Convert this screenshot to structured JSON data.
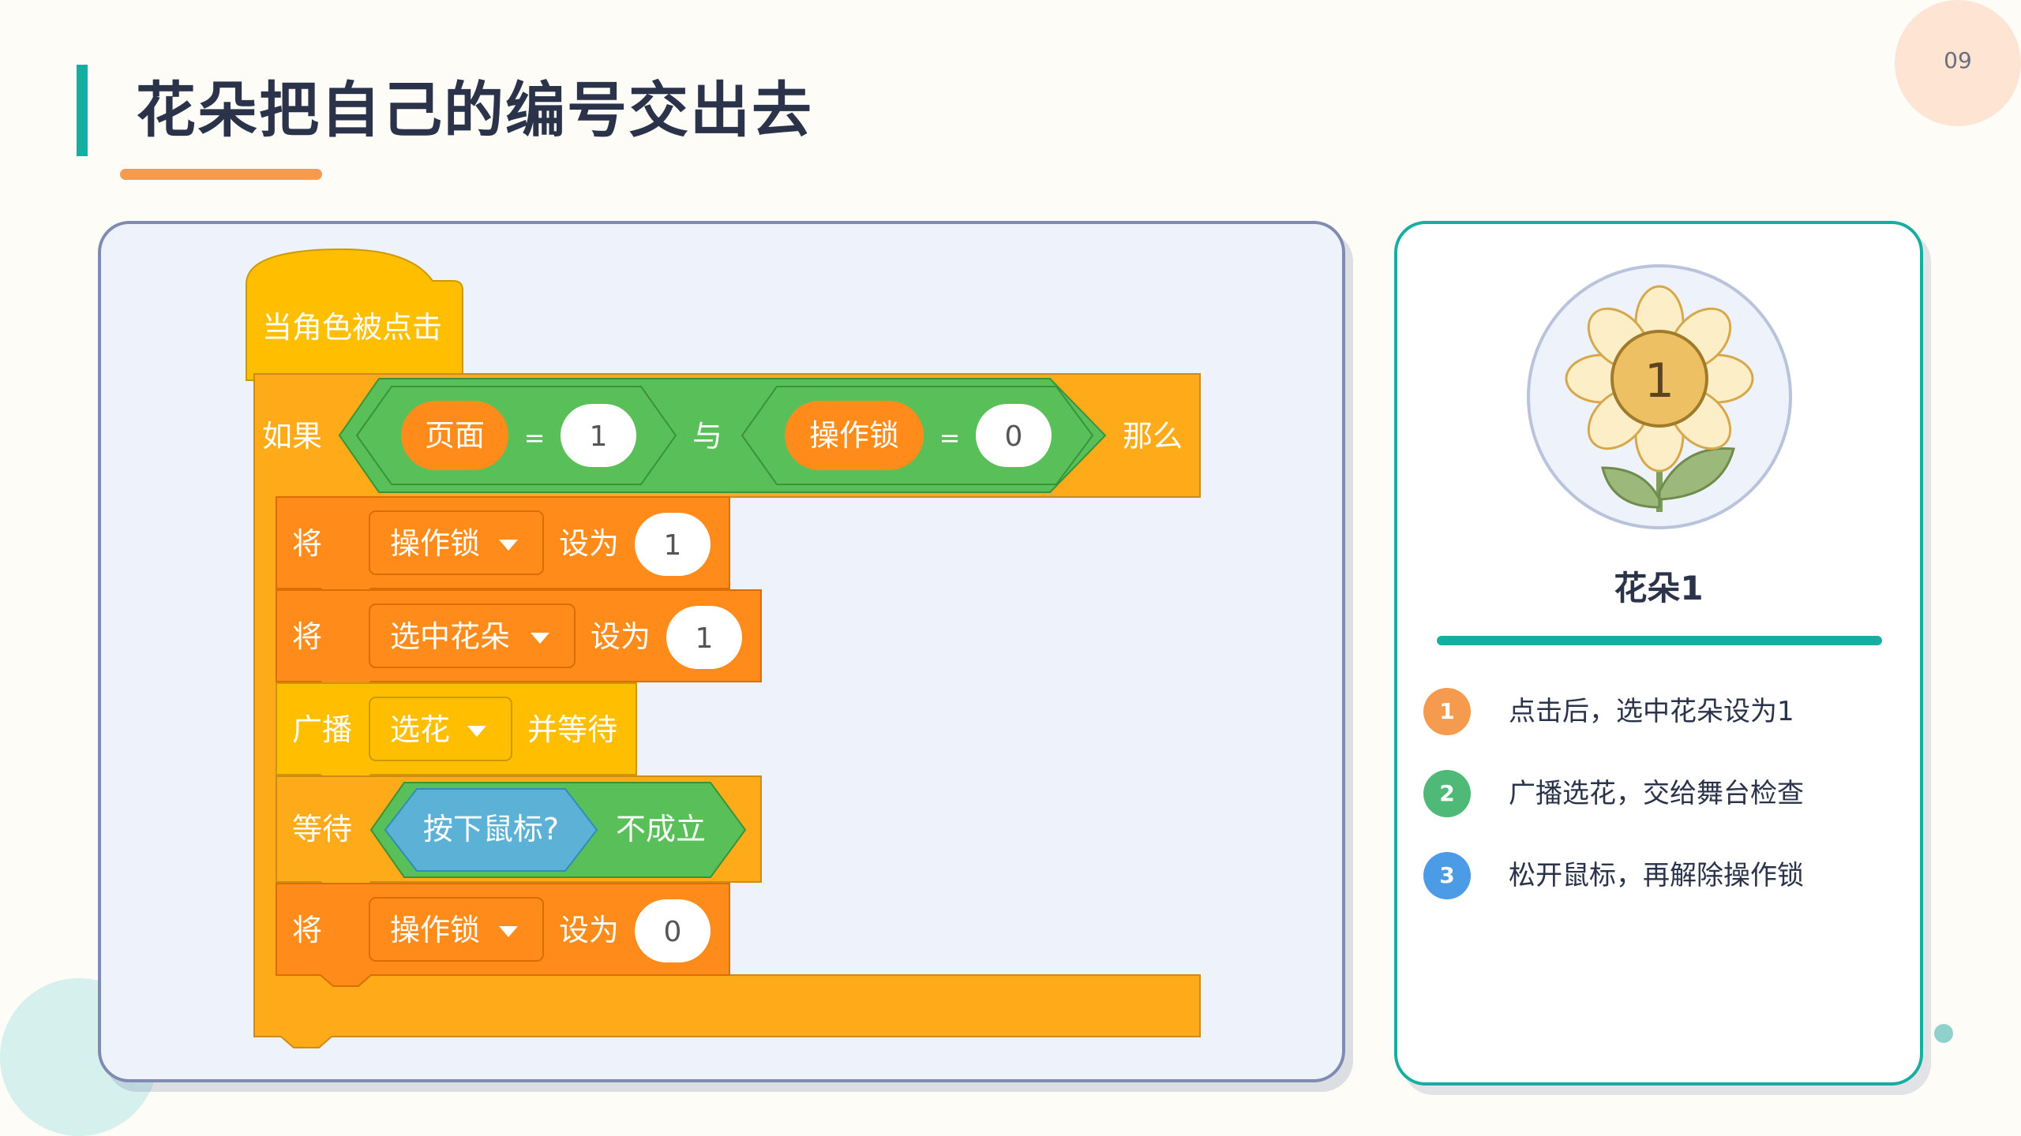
{
  "page": {
    "number": "09",
    "title": "花朵把自己的编号交出去"
  },
  "colors": {
    "accent_teal": "#16aea2",
    "accent_orange": "#f59b4f",
    "event_block": "#ffbf00",
    "control_block": "#ffab19",
    "variable_block": "#ff8c1a",
    "operator_block": "#59c059",
    "sensing_block": "#5cb1d6"
  },
  "code": {
    "hat": {
      "label": "当角色被点击"
    },
    "if_block": {
      "label_if": "如果",
      "label_then": "那么",
      "cond1": {
        "variable": "页面",
        "op": "=",
        "value": "1"
      },
      "join": "与",
      "cond2": {
        "variable": "操作锁",
        "op": "=",
        "value": "0"
      }
    },
    "set1": {
      "prefix": "将",
      "variable": "操作锁",
      "action": "设为",
      "value": "1"
    },
    "set2": {
      "prefix": "将",
      "variable": "选中花朵",
      "action": "设为",
      "value": "1"
    },
    "broadcast": {
      "prefix": "广播",
      "message": "选花",
      "suffix": "并等待"
    },
    "wait": {
      "prefix": "等待",
      "sensing": "按下鼠标?",
      "not_label": "不成立"
    },
    "set3": {
      "prefix": "将",
      "variable": "操作锁",
      "action": "设为",
      "value": "0"
    }
  },
  "info": {
    "flower_number": "1",
    "flower_name": "花朵1",
    "steps": [
      {
        "num": "1",
        "text": "点击后，选中花朵设为1",
        "color": "#f59b4f"
      },
      {
        "num": "2",
        "text": "广播选花，交给舞台检查",
        "color": "#4fba78"
      },
      {
        "num": "3",
        "text": "松开鼠标，再解除操作锁",
        "color": "#4b9be6"
      }
    ]
  },
  "icons": {
    "dropdown": "dropdown-triangle-icon",
    "flower": "flower-icon"
  }
}
